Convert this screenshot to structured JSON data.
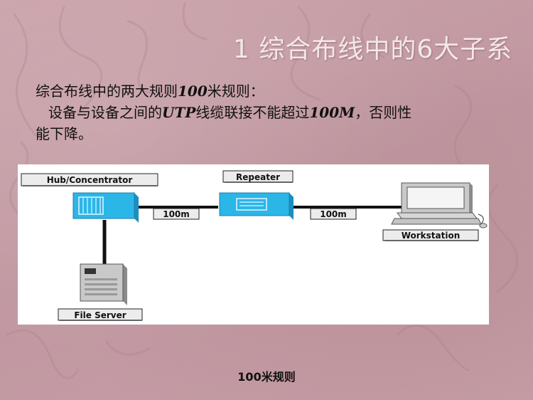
{
  "slide": {
    "title": "1  综合布线中的6大子系",
    "rule_intro_pre": "综合布线中的两大规则",
    "rule_intro_num": "100",
    "rule_intro_post": "米规则：",
    "rule_line2_pre": "设备与设备之间的",
    "rule_line2_utp": "UTP",
    "rule_line2_mid": "线缆联接不能超过",
    "rule_line2_num": "100M",
    "rule_line2_post": "，否则性",
    "rule_line3": "能下降。",
    "caption": "100米规则"
  },
  "diagram": {
    "labels": {
      "hub": "Hub/Concentrator",
      "repeater": "Repeater",
      "workstation": "Workstation",
      "file_server": "File Server",
      "link1": "100m",
      "link2": "100m"
    }
  },
  "colors": {
    "background": "#c59ca3",
    "title_text": "#f3e7ea",
    "device_blue": "#2bb6e8",
    "cable": "#111111"
  }
}
